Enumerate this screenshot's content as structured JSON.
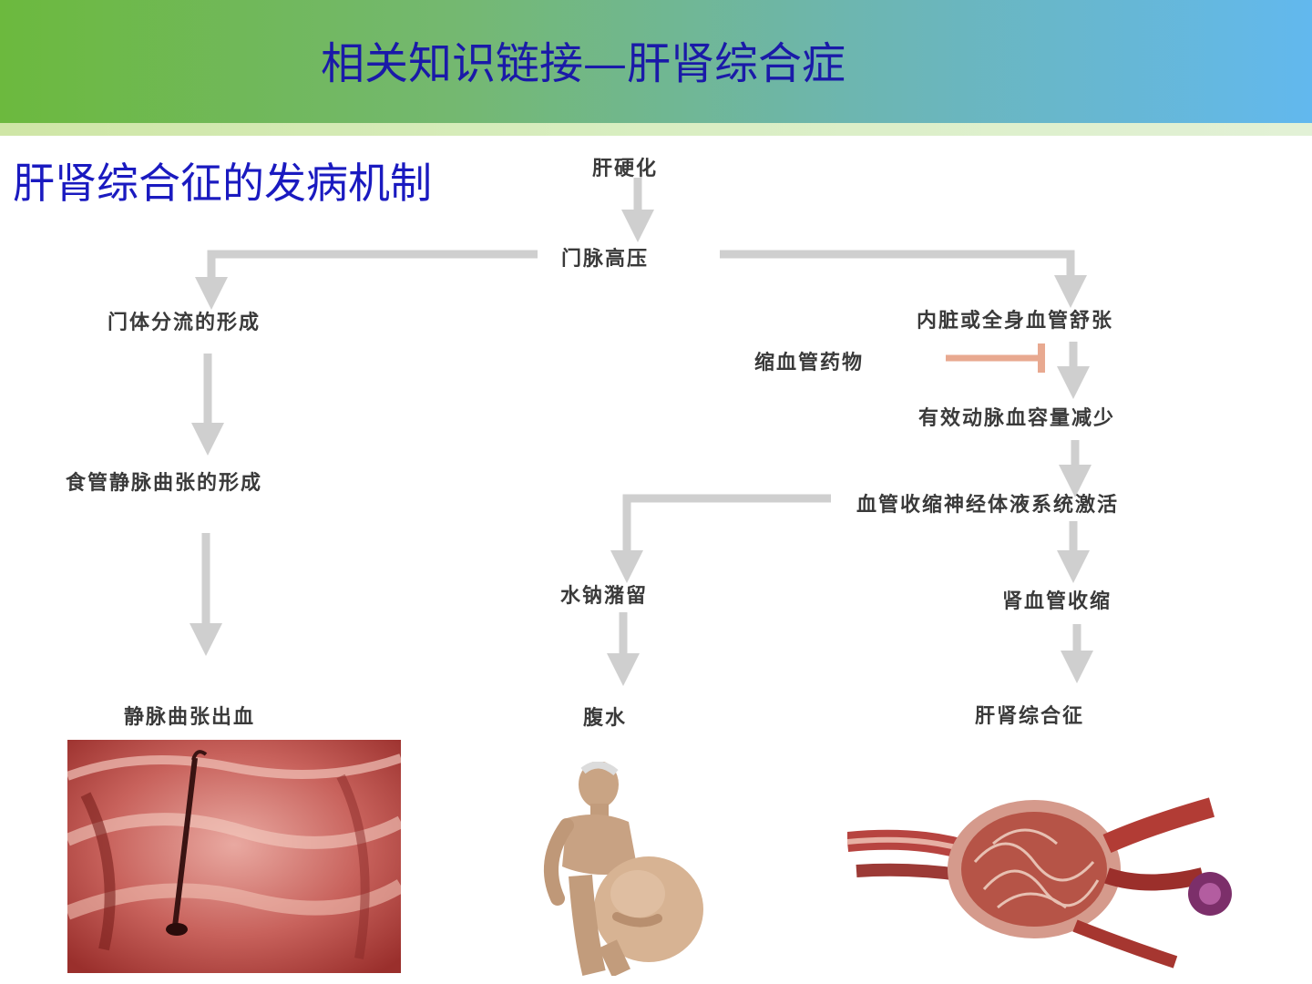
{
  "header": {
    "title": "相关知识链接—肝肾综合症"
  },
  "subtitle": "肝肾综合征的发病机制",
  "flow": {
    "cirrhosis": "肝硬化",
    "portal_hypertension": "门脉高压",
    "portosystemic_shunt": "门体分流的形成",
    "esophageal_varices": "食管静脉曲张的形成",
    "variceal_bleeding": "静脉曲张出血",
    "vasodilation": "内脏或全身血管舒张",
    "vasoconstrictor_drugs": "缩血管药物",
    "reduced_arterial_volume": "有效动脉血容量减少",
    "neurohumoral_activation": "血管收缩神经体液系统激活",
    "sodium_water_retention": "水钠潴留",
    "ascites": "腹水",
    "renal_vasoconstriction": "肾血管收缩",
    "hepatorenal_syndrome": "肝肾综合征"
  },
  "colors": {
    "arrow": "#cfcfcf",
    "inhibit_arrow": "#e8a990",
    "title": "#1a1aa8"
  }
}
